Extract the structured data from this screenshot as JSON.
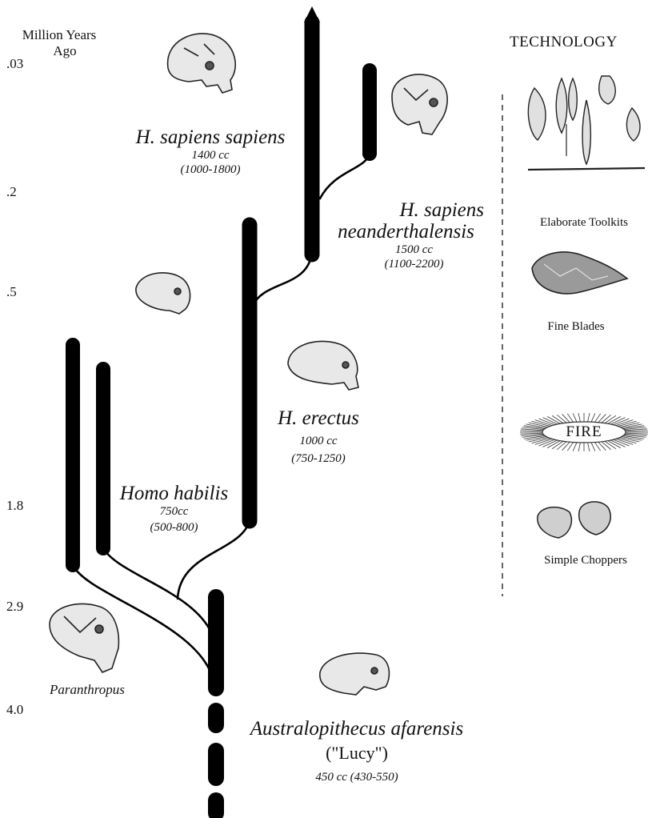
{
  "axis": {
    "title_line1": "Million Years",
    "title_line2": "Ago",
    "ticks": [
      ".03",
      ".2",
      ".5",
      "1.8",
      "2.9",
      "4.0"
    ]
  },
  "species": {
    "sapiens": {
      "name": "H. sapiens sapiens",
      "cc": "1400 cc",
      "range": "(1000-1800)"
    },
    "neanderthal": {
      "name_line1": "H. sapiens",
      "name_line2": "neanderthalensis",
      "cc": "1500 cc",
      "range": "(1100-2200)"
    },
    "erectus": {
      "name": "H. erectus",
      "cc": "1000 cc",
      "range": "(750-1250)"
    },
    "habilis": {
      "name": "Homo habilis",
      "cc": "750cc",
      "range": "(500-800)"
    },
    "paranthropus": {
      "name": "Paranthropus"
    },
    "afarensis": {
      "name": "Australopithecus afarensis",
      "nickname": "(\"Lucy\")",
      "cc": "450 cc (430-550)"
    }
  },
  "technology": {
    "title": "TECHNOLOGY",
    "items": [
      {
        "label": "Elaborate Toolkits",
        "icon": "toolkit-icon"
      },
      {
        "label": "Fine Blades",
        "icon": "blade-icon"
      },
      {
        "label": "FIRE",
        "icon": "fire-burst-icon"
      },
      {
        "label": "Simple Choppers",
        "icon": "chopper-icon"
      }
    ]
  }
}
